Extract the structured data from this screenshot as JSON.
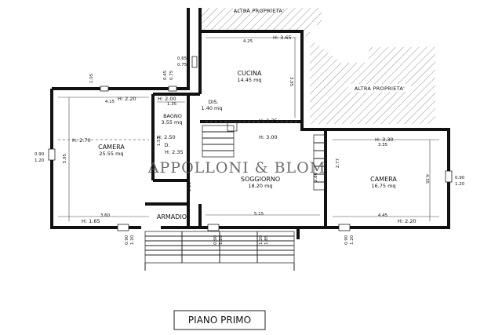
{
  "neighbors": {
    "top": "ALTRA PROPRIETA'",
    "right": "ALTRA PROPRIETA'"
  },
  "rooms": {
    "cucina": {
      "name": "CUCINA",
      "area": "14.45 mq",
      "height": "H: 3.65",
      "dim_w": "4.25",
      "dim_h": "3.95"
    },
    "dis": {
      "name": "DIS.",
      "area": "1.40 mq",
      "height": "H: 2.35"
    },
    "bagno": {
      "name": "BAGNO",
      "area": "3.55 mq",
      "height": "H: 2.00",
      "dim_w": "1.35"
    },
    "camera_w": {
      "name": "CAMERA",
      "area": "25.55 mq",
      "height_top": "H: 2.20",
      "height_mid": "H: 2.70",
      "height_bot": "H: 1.65",
      "dim_w": "4.15",
      "dim_w_bottom": "3.60",
      "dim_h": "5.95"
    },
    "d": {
      "name": "D.",
      "height_top": "H: 2.50",
      "height_bot": "H: 2.35"
    },
    "soggiorno": {
      "name": "SOGGIORNO",
      "area": "18.20 mq",
      "height": "H: 3.00",
      "dim_w": "5.15"
    },
    "camera_e": {
      "name": "CAMERA",
      "area": "16.75 mq",
      "height_top": "H: 3.30",
      "height_bot": "H: 2.20",
      "dim_w": "3.35",
      "dim_w_bottom": "4.45",
      "dim_h": "4.35"
    },
    "armadio": {
      "name": "ARMADIO"
    }
  },
  "window_labels": {
    "w1_a": "0.65",
    "w1_b": "0.75",
    "w2_a": "0.45",
    "w2_b": "0.75",
    "w3_a": "1.05",
    "left_a": "0.90",
    "left_b": "1.20",
    "right_a": "0.90",
    "right_b": "1.20",
    "b1_a": "0.90",
    "b1_b": "1.20",
    "b2_a": "0.90",
    "b2_b": "1.20",
    "b3_a": "1.20",
    "b3_b": "1.85",
    "b4_a": "0.90",
    "b4_b": "1.20"
  },
  "misc_dims": {
    "stair_h": "2.77",
    "stair_w": "2.80",
    "hall_w": "2.25",
    "bagno_h": "1.57"
  },
  "watermark": "APPOLLONI & BLOM",
  "plan_title": "PIANO PRIMO"
}
